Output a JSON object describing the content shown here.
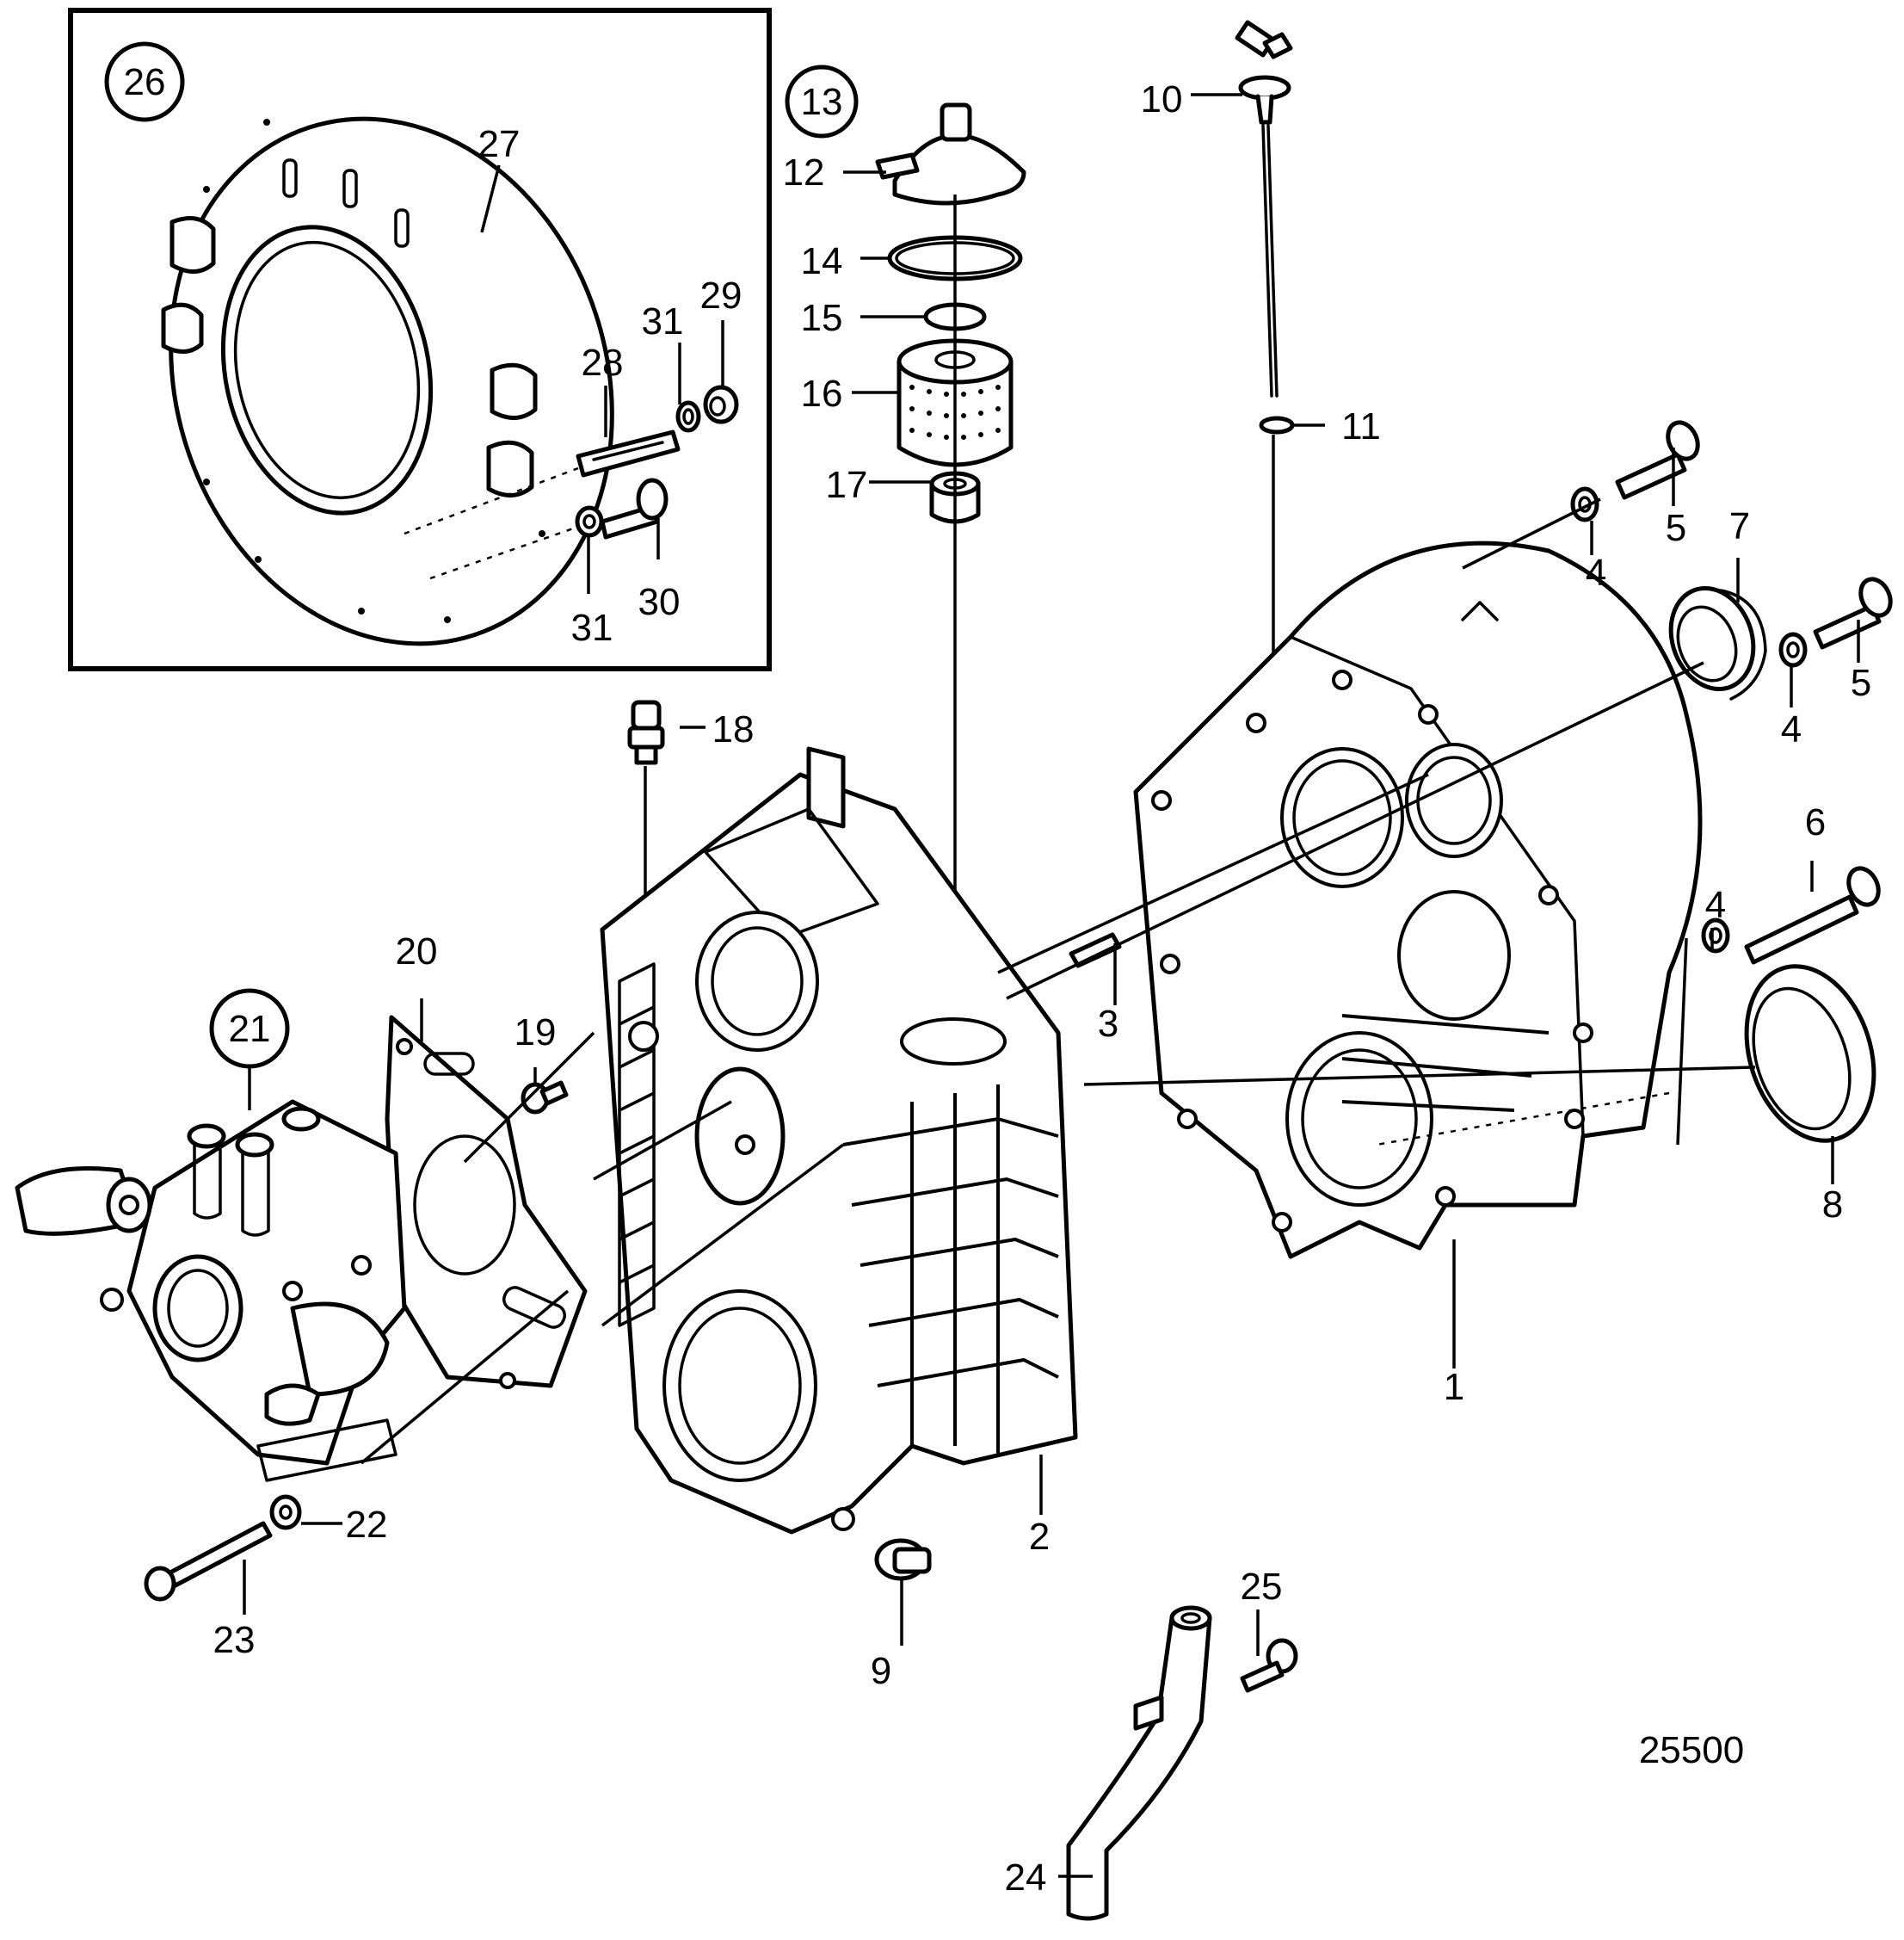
{
  "diagram": {
    "figure_number": "25500",
    "callouts": [
      {
        "id": "1",
        "label": "1"
      },
      {
        "id": "2",
        "label": "2"
      },
      {
        "id": "3",
        "label": "3"
      },
      {
        "id": "4a",
        "label": "4"
      },
      {
        "id": "4b",
        "label": "4"
      },
      {
        "id": "4c",
        "label": "4"
      },
      {
        "id": "5a",
        "label": "5"
      },
      {
        "id": "5b",
        "label": "5"
      },
      {
        "id": "6",
        "label": "6"
      },
      {
        "id": "7",
        "label": "7"
      },
      {
        "id": "8",
        "label": "8"
      },
      {
        "id": "9",
        "label": "9"
      },
      {
        "id": "10",
        "label": "10"
      },
      {
        "id": "11",
        "label": "11"
      },
      {
        "id": "12",
        "label": "12"
      },
      {
        "id": "13",
        "label": "13"
      },
      {
        "id": "14",
        "label": "14"
      },
      {
        "id": "15",
        "label": "15"
      },
      {
        "id": "16",
        "label": "16"
      },
      {
        "id": "17",
        "label": "17"
      },
      {
        "id": "18",
        "label": "18"
      },
      {
        "id": "19",
        "label": "19"
      },
      {
        "id": "20",
        "label": "20"
      },
      {
        "id": "21",
        "label": "21"
      },
      {
        "id": "22",
        "label": "22"
      },
      {
        "id": "23",
        "label": "23"
      },
      {
        "id": "24",
        "label": "24"
      },
      {
        "id": "25",
        "label": "25"
      },
      {
        "id": "26",
        "label": "26"
      },
      {
        "id": "27",
        "label": "27"
      },
      {
        "id": "28",
        "label": "28"
      },
      {
        "id": "29",
        "label": "29"
      },
      {
        "id": "30",
        "label": "30"
      },
      {
        "id": "31a",
        "label": "31"
      },
      {
        "id": "31b",
        "label": "31"
      }
    ]
  }
}
